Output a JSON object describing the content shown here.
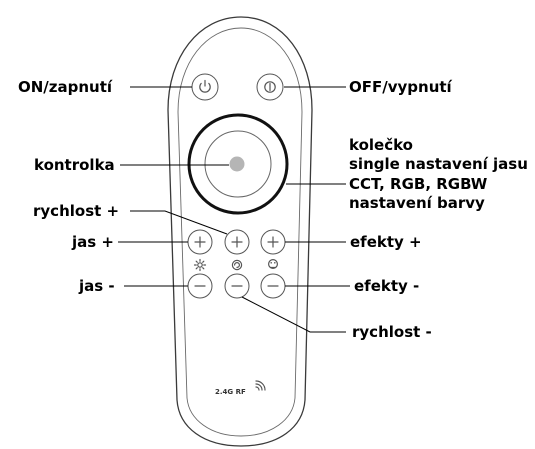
{
  "labels": {
    "on": "ON/zapnutí",
    "off": "OFF/vypnutí",
    "indicator": "kontrolka",
    "wheel_line1": "kolečko",
    "wheel_line2": "single nastavení jasu",
    "wheel_line3": "CCT, RGB, RGBW",
    "wheel_line4": "nastavení barvy",
    "speed_plus": "rychlost +",
    "brightness_plus": "jas +",
    "brightness_minus": "jas -",
    "effects_plus": "efekty +",
    "effects_minus": "efekty -",
    "speed_minus": "rychlost -"
  },
  "remote": {
    "rf_badge": "2.4G RF",
    "indicator_color": "#b5b5b5",
    "body_outline_color": "#333333"
  },
  "icons": {
    "power_on": "power-icon",
    "power_off": "power-off-icon",
    "brightness": "sun-icon",
    "speed": "speed-dial-icon",
    "effects": "palette-icon",
    "plus": "plus-icon",
    "minus": "minus-icon",
    "rf": "wifi-signal-icon"
  }
}
